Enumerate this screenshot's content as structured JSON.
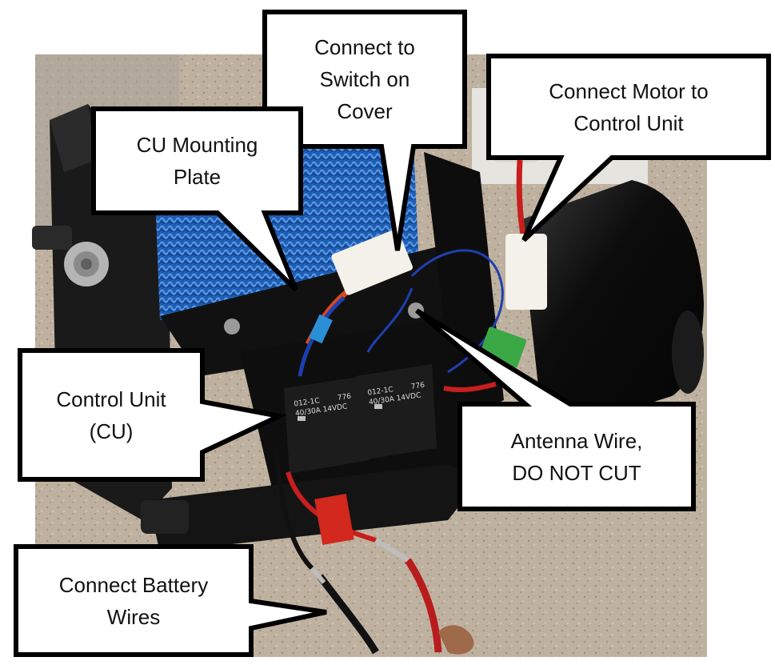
{
  "callouts": {
    "switch": "Connect to\nSwitch on\nCover",
    "motor": "Connect Motor to\nControl Unit",
    "plate": "CU Mounting\nPlate",
    "control_unit": "Control Unit\n(CU)",
    "antenna": "Antenna Wire,\nDO NOT CUT",
    "battery": "Connect Battery\nWires"
  },
  "relays": {
    "left": [
      "012-1C",
      "40/30A 14VDC",
      "776"
    ],
    "right": [
      "012-1C",
      "40/30A 14VDC",
      "776"
    ]
  },
  "colors": {
    "callout_fill": "#ffffff",
    "callout_stroke": "#000000",
    "rope": "#1f5fb3",
    "ground": "#bcae9c",
    "housing": "#151515",
    "motor": "#0c0c0c",
    "wire_red": "#c81e1e",
    "wire_blue": "#1e3fb0",
    "connector_white": "#f3f1ea",
    "terminal_green": "#3aa845"
  }
}
